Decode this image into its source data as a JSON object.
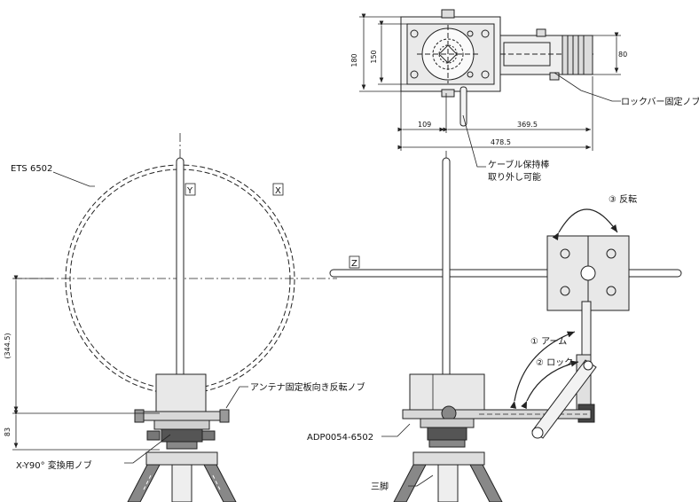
{
  "labels": {
    "ets": "ETS 6502",
    "lock_knob": "ロックバー固定ノブ",
    "cable_rod_1": "ケーブル保持棒",
    "cable_rod_2": "取り外し可能",
    "flip": "③ 反転",
    "arm": "① アーム",
    "lock": "② ロック",
    "antenna_knob": "アンテナ固定板向き反転ノブ",
    "adp": "ADP0054-6502",
    "xy_knob": "X-Y90°  変換用ノブ",
    "tripod": "三脚"
  },
  "axes": {
    "y": "Y",
    "x": "X",
    "z": "Z"
  },
  "dimensions": {
    "d180": "180",
    "d150": "150",
    "d80": "80",
    "d109": "109",
    "d369": "369.5",
    "d478": "478.5",
    "d344": "(344.5)",
    "d83": "83"
  },
  "colors": {
    "ink": "#222222",
    "fill": "#e6e6e6"
  }
}
